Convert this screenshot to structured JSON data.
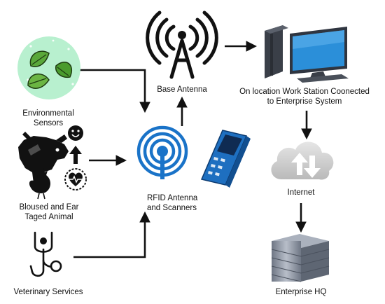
{
  "nodes": {
    "base_antenna": {
      "label": "Base Antenna"
    },
    "workstation": {
      "label_line1": "On location Work Station Coonected",
      "label_line2": "to Enterprise System"
    },
    "environmental_sensors": {
      "label_line1": "Environmental",
      "label_line2": "Sensors"
    },
    "rfid": {
      "label_line1": "RFID Antenna",
      "label_line2": "and Scanners"
    },
    "animal": {
      "label_line1": "Bloused and Ear",
      "label_line2": "Taged Animal"
    },
    "internet": {
      "label": "Internet"
    },
    "veterinary": {
      "label": "Veterinary Services"
    },
    "enterprise_hq": {
      "label": "Enterprise HQ"
    }
  },
  "colors": {
    "rfid_blue": "#1a73c8",
    "scanner_blue": "#1e6fc0",
    "monitor_blue": "#2b8fd9",
    "leaf_bg": "#b8f0cf",
    "leaf_green": "#4a9b2e",
    "cloud_gray": "#cfcfcf",
    "server_gray": "#8f96a3"
  },
  "icons": [
    "antenna-tower-icon",
    "computer-icon",
    "leaves-icon",
    "rfid-signal-icon",
    "scanner-icon",
    "cow-icon",
    "chicken-icon",
    "smiley-icon",
    "heart-rate-icon",
    "cloud-icon",
    "stethoscope-icon",
    "server-rack-icon"
  ]
}
